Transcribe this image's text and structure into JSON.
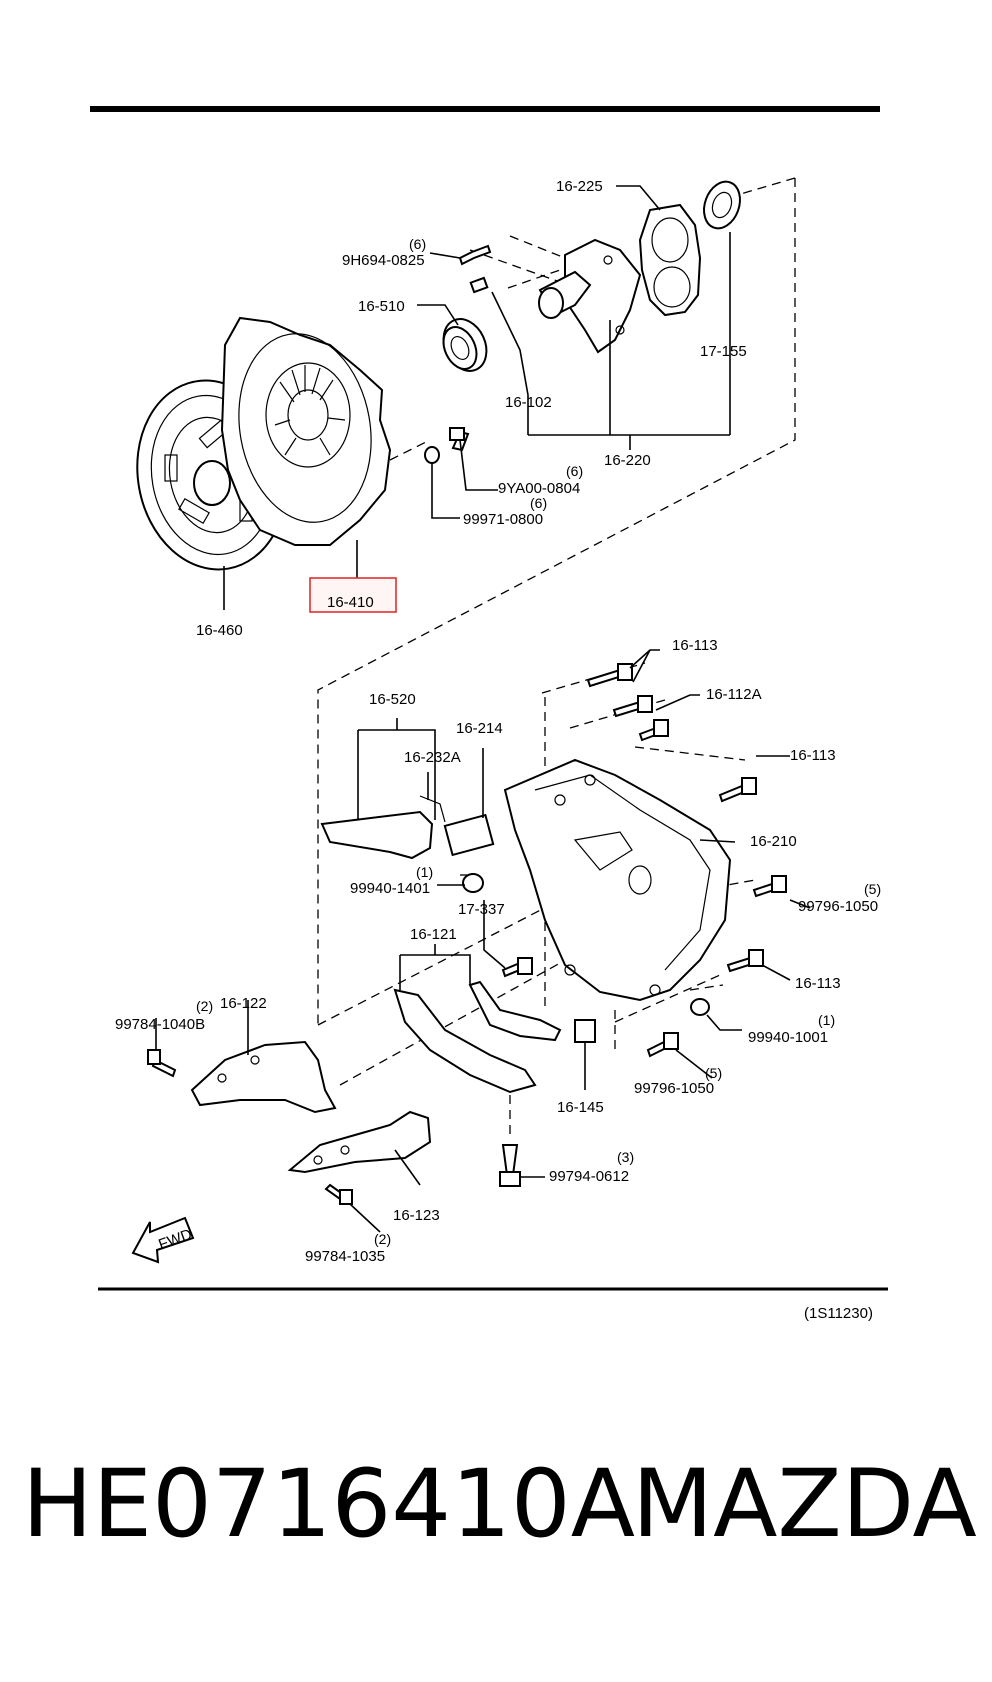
{
  "highlight": {
    "part": "16-410",
    "color": "#e03030"
  },
  "labels": [
    {
      "id": "l1",
      "text": "16-225"
    },
    {
      "id": "l2",
      "text": "(6)"
    },
    {
      "id": "l3",
      "text": "9H694-0825"
    },
    {
      "id": "l4",
      "text": "16-510"
    },
    {
      "id": "l5",
      "text": "17-155"
    },
    {
      "id": "l6",
      "text": "16-102"
    },
    {
      "id": "l7",
      "text": "16-220"
    },
    {
      "id": "l8",
      "text": "(6)"
    },
    {
      "id": "l9",
      "text": "9YA00-0804"
    },
    {
      "id": "l10",
      "text": "(6)"
    },
    {
      "id": "l11",
      "text": "99971-0800"
    },
    {
      "id": "l12",
      "text": "16-410"
    },
    {
      "id": "l13",
      "text": "16-460"
    },
    {
      "id": "l14",
      "text": "16-113"
    },
    {
      "id": "l15",
      "text": "16-112A"
    },
    {
      "id": "l16",
      "text": "16-520"
    },
    {
      "id": "l17",
      "text": "16-214"
    },
    {
      "id": "l18",
      "text": "16-232A"
    },
    {
      "id": "l19",
      "text": "16-113"
    },
    {
      "id": "l20",
      "text": "16-210"
    },
    {
      "id": "l21",
      "text": "(1)"
    },
    {
      "id": "l22",
      "text": "99940-1401"
    },
    {
      "id": "l23",
      "text": "17-337"
    },
    {
      "id": "l24",
      "text": "(5)"
    },
    {
      "id": "l25",
      "text": "99796-1050"
    },
    {
      "id": "l26",
      "text": "16-121"
    },
    {
      "id": "l27",
      "text": "16-113"
    },
    {
      "id": "l28",
      "text": "(2)"
    },
    {
      "id": "l29",
      "text": "16-122"
    },
    {
      "id": "l30",
      "text": "99784-1040B"
    },
    {
      "id": "l31",
      "text": "(1)"
    },
    {
      "id": "l32",
      "text": "99940-1001"
    },
    {
      "id": "l33",
      "text": "(5)"
    },
    {
      "id": "l34",
      "text": "99796-1050"
    },
    {
      "id": "l35",
      "text": "16-145"
    },
    {
      "id": "l36",
      "text": "(3)"
    },
    {
      "id": "l37",
      "text": "99794-0612"
    },
    {
      "id": "l38",
      "text": "16-123"
    },
    {
      "id": "l39",
      "text": "(2)"
    },
    {
      "id": "l40",
      "text": "99784-1035"
    },
    {
      "id": "l41",
      "text": "FWD"
    },
    {
      "id": "l42",
      "text": "(1S11230)"
    }
  ],
  "footer": {
    "part_number": "HE0716410A",
    "brand": "MAZDA"
  }
}
